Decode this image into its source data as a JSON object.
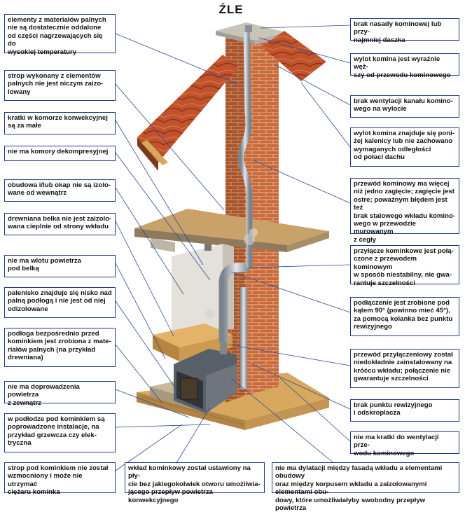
{
  "title": "ŹLE",
  "colors": {
    "brick": "#c96a3a",
    "roof": "#c0532c",
    "wood": "#d9a85f",
    "concrete": "#b9b1a0",
    "steel": "#9aa3ab",
    "leader": "#2a4a9a"
  },
  "left_labels": [
    "elementy z materiałów palnych\nnie są dostatecznie oddalone\nod części nagrzewających się do\nwysokiej temperatury",
    "strop wykonany z elementów\npalnych nie jest niczym zaizo-\nlowany",
    "kratki w komorze konwekcyjnej\nsą za małe",
    "nie ma komory dekompresyjnej",
    "obudowa i/lub okap nie są izolo-\nwane od wewnątrz",
    "drewniana belka nie jest zaizolo-\nwana cieplnie od strony wkładu",
    "nie ma wlotu powietrza\npod belką",
    "palenisko znajduje się nisko nad\npalną podłogą i nie jest od niej\nodizolowane",
    "podłoga bezpośrednio przed\nkominkiem jest zrobiona z mate-\nriałów palnych (na przykład\ndrewniana)",
    "nie ma doprowadzenia powietrza\nz zewnątrz",
    "w podłodze pod kominkiem są\npoprowadzone instalacje, na\nprzykład grzewcza czy elek-\ntryczna",
    "strop pod kominkiem nie został\nwzmocniony i może nie utrzymać\nciężaru kominka"
  ],
  "right_labels": [
    "brak nasady kominowej lub przy-\nnajmniej daszka",
    "wylot komina jest wyraźnie węż-\nszy od przewodu kominowego",
    "brak wentylacji kanału komino-\nwego na wylocie",
    "wylot komina znajduje się poni-\nżej kalenicy lub nie zachowano\nwymaganych odległości\nod połaci dachu",
    "przewód kominowy ma więcej\nniż jedno zagięcie; zagięcie jest\nostre; poważnym błędem jest też\nbrak stalowego wkładu komino-\nwego w przewodzie murowanym\nz cegły",
    "przyłącze kominkowe jest połą-\nczone z przewodem kominowym\nw sposób niestabilny, nie gwa-\nrantuje szczelności",
    "podłączenie jest zrobione pod\nkątem 90° (powinno mieć 45°),\nza pomocą kolanka bez punktu\nrewizyjnego",
    "przewód przyłączeniowy został\nniedokładnie zainstalowany na\nkróćcu wkładu; połączenie nie\ngwarantuje szczelności",
    "brak punktu rewizyjnego\ni odskroplacza",
    "nie ma kratki do wentylacji prze-\nwodu kominowego"
  ],
  "bottom_labels": [
    "wkład kominkowy został ustawiony na pły-\ncie bez jakiegokolwiek otworu umożliwia-\njącego przepływ powietrza konwekcyjnego",
    "nie ma dylatacji między fasadą wkładu a elementami obudowy\noraz między korpusem wkładu a zaizolowanymi elementami obu-\ndowy, które umożliwiałyby swobodny przepływ powietrza"
  ]
}
